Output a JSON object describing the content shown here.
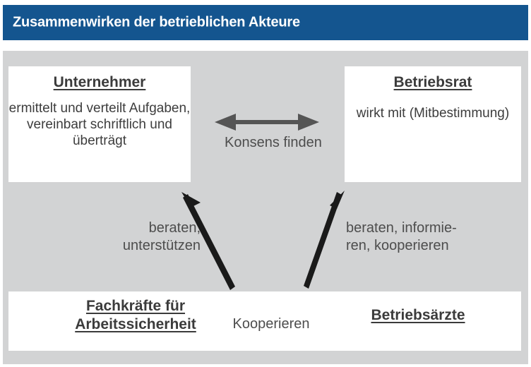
{
  "header": {
    "title": "Zusammenwirken der betrieblichen Akteure",
    "background_color": "#14558f",
    "text_color": "#ffffff"
  },
  "canvas": {
    "background_color": "#d2d3d4"
  },
  "boxes": {
    "employer": {
      "heading": "Unternehmer",
      "body": "ermittelt und verteilt\nAufgaben,\nvereinbart schriftlich\nund überträgt"
    },
    "works_council": {
      "heading": "Betriebsrat",
      "body": "wirkt mit\n(Mitbestimmung)"
    },
    "safety_specialists": {
      "heading": "Fachkräfte für\nArbeitssicherheit"
    },
    "company_doctors": {
      "heading": "Betriebsärzte"
    }
  },
  "arrows": {
    "consensus": {
      "label": "Konsens finden",
      "color": "#555555",
      "style": "double-headed-horizontal"
    },
    "cooperate": {
      "label": "Kooperieren",
      "color": "#555555",
      "style": "double-headed-horizontal"
    },
    "advise_support": {
      "label": "beraten,\nunterstützen",
      "color": "#1a1a1a",
      "style": "single-headed-diagonal-up-left"
    },
    "advise_inform_cooperate": {
      "label": "beraten, informie-\nren, kooperieren",
      "color": "#1a1a1a",
      "style": "single-headed-diagonal-up-right"
    }
  }
}
